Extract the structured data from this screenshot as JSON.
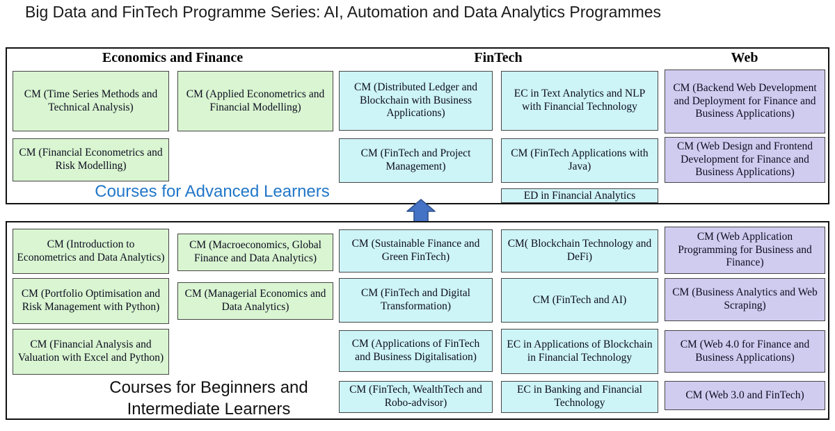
{
  "title": "Big Data and FinTech Programme Series: AI, Automation and Data Analytics Programmes",
  "headers": {
    "economics": "Economics and Finance",
    "fintech": "FinTech",
    "web": "Web"
  },
  "advanced_label": "Courses for Advanced Learners",
  "beginner_label": "Courses for Beginners and Intermediate Learners",
  "arrow_icon": "up-block-arrow",
  "colors": {
    "economics_fill": "#d9f5d1",
    "fintech_fill": "#cdf4f7",
    "web_fill": "#d0ccf0",
    "advanced_label_text": "#2277c8",
    "arrow_fill": "#4472c4",
    "arrow_border": "#2f528f"
  },
  "advanced": {
    "economics": [
      "CM (Time Series Methods and Technical Analysis)",
      "CM (Applied Econometrics and Financial Modelling)",
      "CM (Financial Econometrics and Risk Modelling)"
    ],
    "fintech": [
      "CM (Distributed Ledger and Blockchain with Business Applications)",
      "EC in Text Analytics and NLP with Financial Technology",
      "CM (FinTech and Project Management)",
      "CM (FinTech Applications with Java)",
      "ED in Financial Analytics"
    ],
    "web": [
      "CM (Backend Web Development and Deployment for Finance and Business Applications)",
      "CM (Web Design and Frontend Development for Finance and Business Applications)"
    ]
  },
  "beginner": {
    "economics": [
      "CM (Introduction to Econometrics and Data Analytics)",
      "CM (Macroeconomics, Global Finance and Data Analytics)",
      "CM (Portfolio Optimisation and Risk Management with Python)",
      "CM (Managerial Economics and Data Analytics)",
      "CM (Financial Analysis and Valuation with Excel and Python)"
    ],
    "fintech": [
      "CM (Sustainable Finance and Green FinTech)",
      "CM( Blockchain Technology and DeFi)",
      "CM (FinTech and Digital Transformation)",
      "CM (FinTech and AI)",
      "CM (Applications of FinTech and Business Digitalisation)",
      "EC in Applications of Blockchain in Financial Technology",
      "CM (FinTech, WealthTech and Robo-advisor)",
      "EC in Banking and Financial Technology"
    ],
    "web": [
      "CM (Web Application Programming for Business and Finance)",
      "CM (Business Analytics and Web Scraping)",
      "CM (Web 4.0 for Finance and Business Applications)",
      "CM (Web 3.0 and FinTech)"
    ]
  }
}
